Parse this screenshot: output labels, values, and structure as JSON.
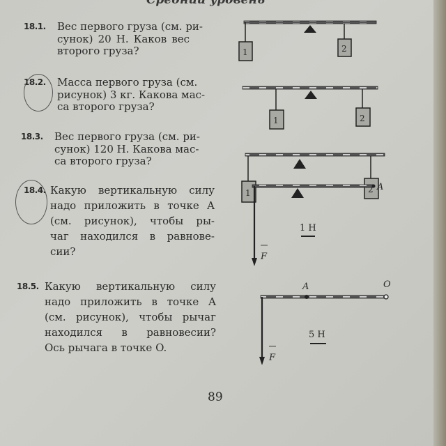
{
  "header": "Средний уровень",
  "problems": [
    {
      "number": "18.1.",
      "lines": [
        "Вес первого груза (см. ри-",
        "сунок) 20 Н. Каков вес",
        "второго груза?"
      ]
    },
    {
      "number": "18.2.",
      "lines": [
        "Масса первого груза (см.",
        "рисунок) 3 кг. Какова мас-",
        "са второго груза?"
      ]
    },
    {
      "number": "18.3.",
      "lines": [
        "Вес первого груза (см. ри-",
        "сунок) 120 Н. Какова мас-",
        "са второго груза?"
      ]
    },
    {
      "number": "18.4.",
      "lines": [
        "Какую вертикальную силу",
        "надо приложить в точке A",
        "(см. рисунок), чтобы ры-",
        "чаг находился в равнове-",
        "сии?"
      ]
    },
    {
      "number": "18.5.",
      "lines": [
        "Какую вертикальную силу",
        "надо приложить в точке A",
        "(см. рисунок), чтобы рычаг",
        "находился в равновесии?",
        "Ось рычага в точке O."
      ]
    }
  ],
  "figures": {
    "weight1": "1",
    "weight2": "2",
    "point_a": "A",
    "point_o": "O",
    "force": "F",
    "scale_4": "1 Н",
    "scale_5": "5 Н"
  },
  "page_number": "89"
}
